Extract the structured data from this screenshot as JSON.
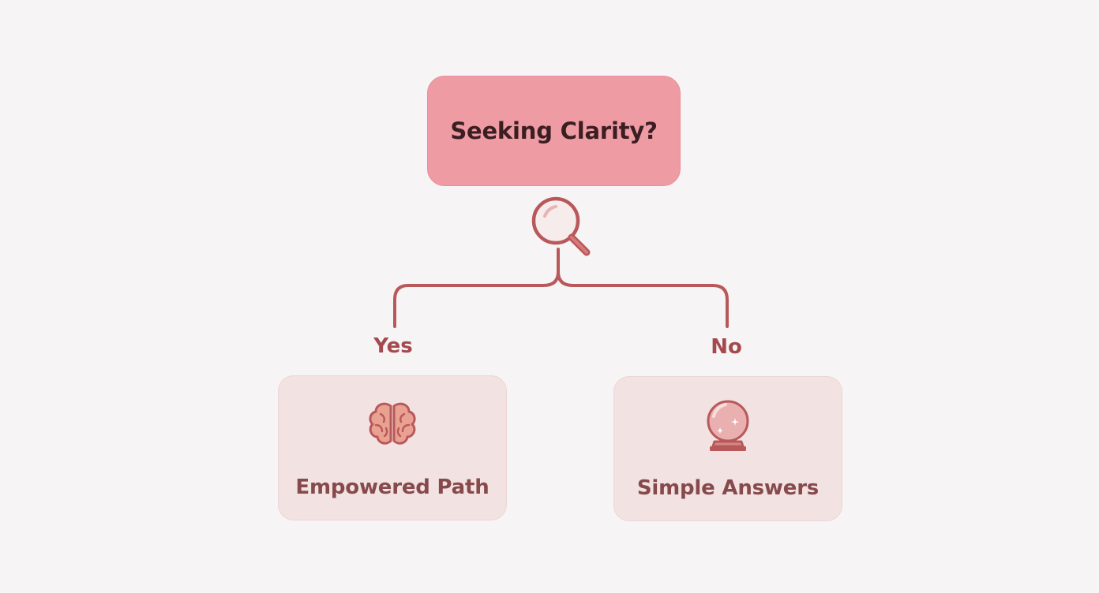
{
  "question": {
    "label": "Seeking Clarity?",
    "icon": "magnifying-glass-icon"
  },
  "branches": [
    {
      "label": "Yes",
      "outcome": "Empowered Path",
      "icon": "brain-icon"
    },
    {
      "label": "No",
      "outcome": "Simple Answers",
      "icon": "crystal-ball-icon"
    }
  ],
  "colors": {
    "background": "#f6f4f4",
    "question_fill": "#ef9ba4",
    "outcome_fill": "#f2e2e2",
    "connector": "#b9585a",
    "label_text": "#a44a4e",
    "outcome_text": "#874a4c",
    "question_text": "#3a1e22"
  }
}
